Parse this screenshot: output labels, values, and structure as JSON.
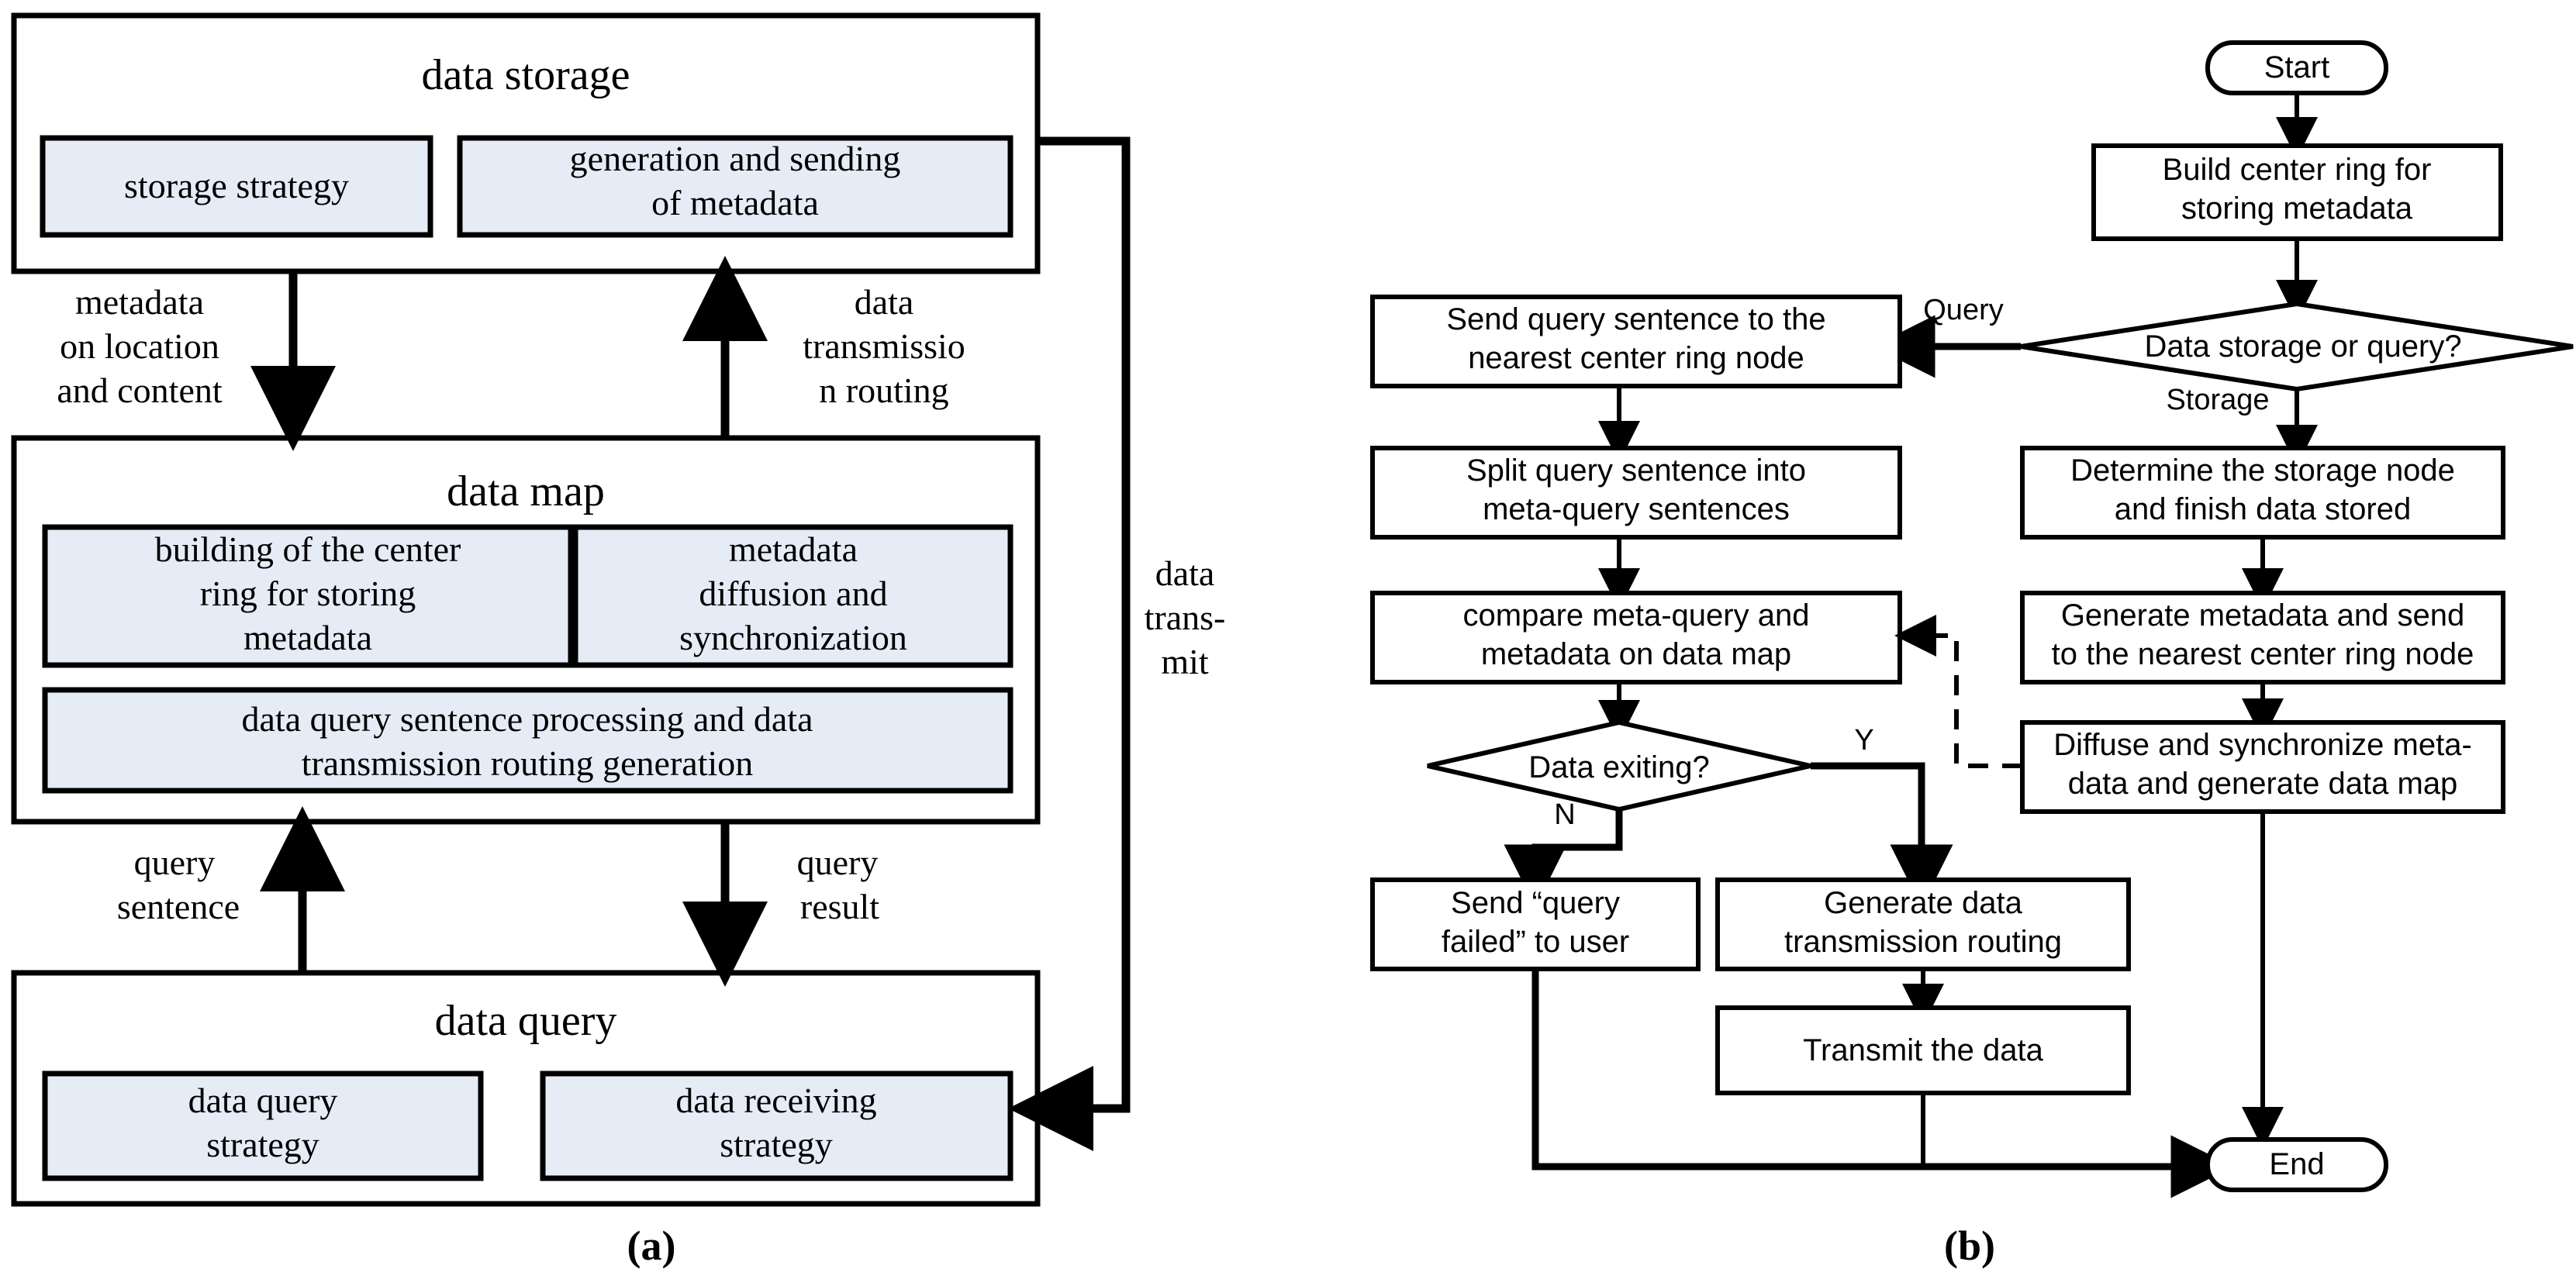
{
  "figure": {
    "caption_a": "(a)",
    "caption_b": "(b)"
  },
  "panel_a": {
    "name": "system architecture",
    "blocks": [
      {
        "id": "data-storage",
        "title": "data storage",
        "children": [
          {
            "id": "storage-strategy",
            "lines": [
              "storage strategy"
            ]
          },
          {
            "id": "generation-sending-metadata",
            "lines": [
              "generation and sending",
              "of metadata"
            ]
          }
        ]
      },
      {
        "id": "data-map",
        "title": "data map",
        "children": [
          {
            "id": "building-center-ring",
            "lines": [
              "building of the center",
              "ring for storing",
              "metadata"
            ]
          },
          {
            "id": "metadata-diffusion",
            "lines": [
              "metadata",
              "diffusion and",
              "synchronization"
            ]
          },
          {
            "id": "query-sentence-processing",
            "lines": [
              "data query sentence  processing and data",
              "transmission routing generation"
            ]
          }
        ]
      },
      {
        "id": "data-query",
        "title": "data query",
        "children": [
          {
            "id": "data-query-strategy",
            "lines": [
              "data query",
              "strategy"
            ]
          },
          {
            "id": "data-receiving-strategy",
            "lines": [
              "data receiving",
              "strategy"
            ]
          }
        ]
      }
    ],
    "edge_labels": [
      {
        "id": "metadata-on-location",
        "lines": [
          "metadata",
          "on location",
          "and content"
        ]
      },
      {
        "id": "data-transmission-routing",
        "lines": [
          "data",
          "transmissio",
          "n routing"
        ]
      },
      {
        "id": "data-transmit",
        "lines": [
          "data",
          "trans-",
          "mit"
        ]
      },
      {
        "id": "query-sentence",
        "lines": [
          "query",
          "sentence"
        ]
      },
      {
        "id": "query-result",
        "lines": [
          "query",
          "result"
        ]
      }
    ]
  },
  "panel_b": {
    "name": "process flowchart",
    "nodes": [
      {
        "id": "start",
        "shape": "terminator",
        "lines": [
          "Start"
        ]
      },
      {
        "id": "build-center-ring",
        "shape": "process",
        "lines": [
          "Build  center ring for",
          "storing metadata"
        ]
      },
      {
        "id": "storage-or-query",
        "shape": "decision",
        "lines": [
          "Data storage or query?"
        ]
      },
      {
        "id": "send-query-sentence",
        "shape": "process",
        "lines": [
          "Send query sentence to the",
          "nearest center ring node"
        ]
      },
      {
        "id": "split-query-sentence",
        "shape": "process",
        "lines": [
          "Split query sentence  into",
          "meta-query sentences"
        ]
      },
      {
        "id": "compare-meta-query",
        "shape": "process",
        "lines": [
          "compare  meta-query and",
          "metadata on data map"
        ]
      },
      {
        "id": "data-exiting",
        "shape": "decision",
        "lines": [
          "Data exiting?"
        ]
      },
      {
        "id": "send-query-failed",
        "shape": "process",
        "lines": [
          "Send  “query",
          "failed”  to user"
        ]
      },
      {
        "id": "generate-transmission-routing",
        "shape": "process",
        "lines": [
          "Generate data",
          "transmission routing"
        ]
      },
      {
        "id": "transmit-the-data",
        "shape": "process",
        "lines": [
          "Transmit the data"
        ]
      },
      {
        "id": "determine-storage-node",
        "shape": "process",
        "lines": [
          "Determine the storage node",
          "and finish data stored"
        ]
      },
      {
        "id": "generate-metadata-send",
        "shape": "process",
        "lines": [
          "Generate metadata and send",
          "to the nearest center ring node"
        ]
      },
      {
        "id": "diffuse-synchronize",
        "shape": "process",
        "lines": [
          "Diffuse and synchronize  meta-",
          "data and generate data map"
        ]
      },
      {
        "id": "end",
        "shape": "terminator",
        "lines": [
          "End"
        ]
      }
    ],
    "edge_labels": [
      {
        "id": "branch-query",
        "text": "Query"
      },
      {
        "id": "branch-storage",
        "text": "Storage"
      },
      {
        "id": "branch-yes",
        "text": "Y"
      },
      {
        "id": "branch-no",
        "text": "N"
      }
    ]
  },
  "colors": {
    "subblock_fill": "#e6ecf6",
    "stroke": "#000000",
    "background": "#ffffff"
  }
}
